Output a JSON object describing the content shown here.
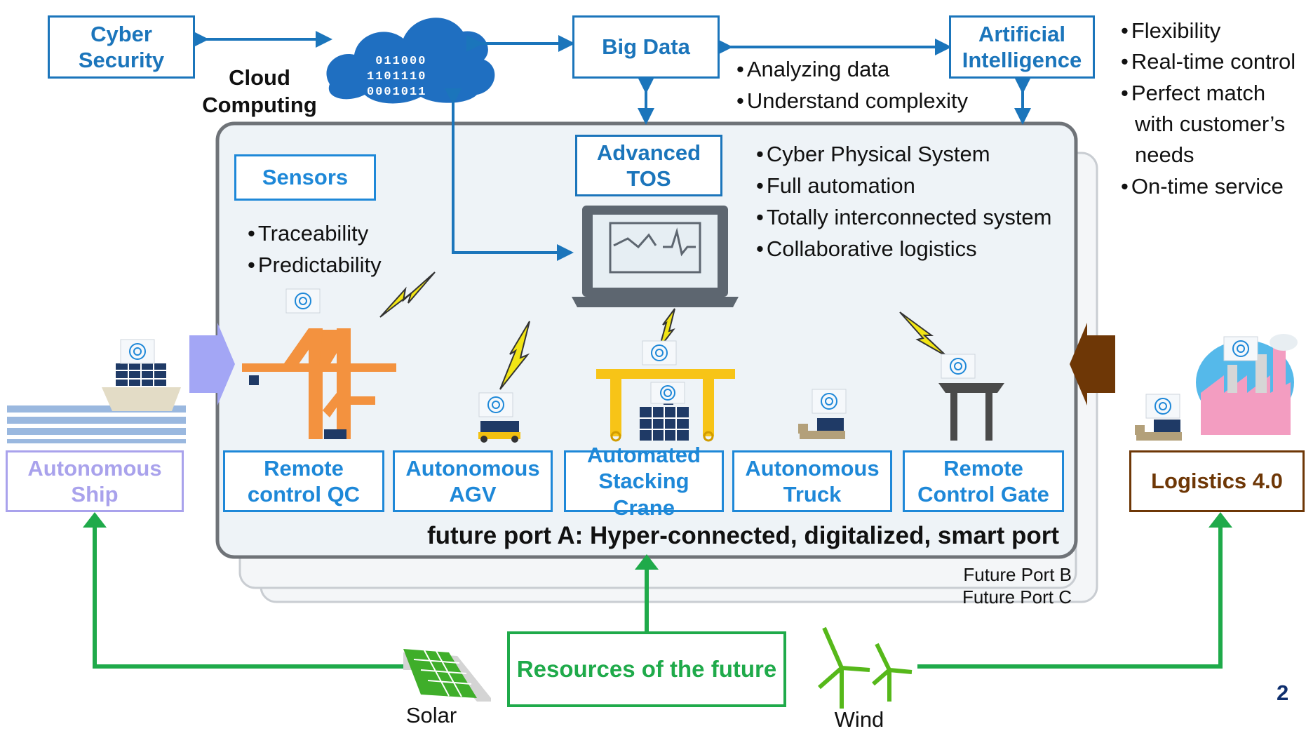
{
  "cloud": {
    "digits": [
      "011000",
      "1101110",
      "0001011"
    ]
  },
  "top": {
    "cyber_security": "Cyber\nSecurity",
    "cloud_computing": "Cloud\nComputing",
    "big_data": "Big Data",
    "artificial_intelligence": "Artificial\nIntelligence"
  },
  "big_data_bullets": [
    "Analyzing data",
    "Understand complexity"
  ],
  "ai_bullets": [
    "Flexibility",
    "Real-time control",
    "Perfect match with customer’s needs",
    "On-time service"
  ],
  "port_a": {
    "sensors": "Sensors",
    "advanced_tos": "Advanced\nTOS",
    "caption": "future port A: Hyper-connected, digitalized, smart port"
  },
  "sensor_bullets": [
    "Traceability",
    "Predictability"
  ],
  "tos_bullets": [
    "Cyber Physical System",
    "Full automation",
    "Totally interconnected system",
    "Collaborative logistics"
  ],
  "equipment": [
    "Remote\ncontrol QC",
    "Autonomous\nAGV",
    "Automated\nStacking Crane",
    "Autonomous\nTruck",
    "Remote\nControl Gate"
  ],
  "port_b": {
    "caption": "Future Port B"
  },
  "port_c": {
    "caption": "Future Port C"
  },
  "sides": {
    "autonomous_ship": "Autonomous\nShip",
    "logistics": "Logistics 4.0"
  },
  "bottom": {
    "resources": "Resources of the future",
    "solar": "Solar",
    "wind": "Wind"
  },
  "page_number": "2",
  "colors": {
    "primary_blue": "#1b75bb",
    "sensor_cyan": "#1e88d8",
    "green": "#1faa4a",
    "ship_lavender": "#a9a2ec",
    "logistics_brown": "#6e3706"
  },
  "icons": [
    "cloud-icon",
    "laptop-icon",
    "lightning-icon",
    "ship-icon",
    "quay-crane-icon",
    "agv-icon",
    "stacking-crane-icon",
    "truck-icon",
    "gate-icon",
    "factory-icon",
    "solar-panel-icon",
    "wind-turbine-icon",
    "wireless-sensor-icon"
  ]
}
